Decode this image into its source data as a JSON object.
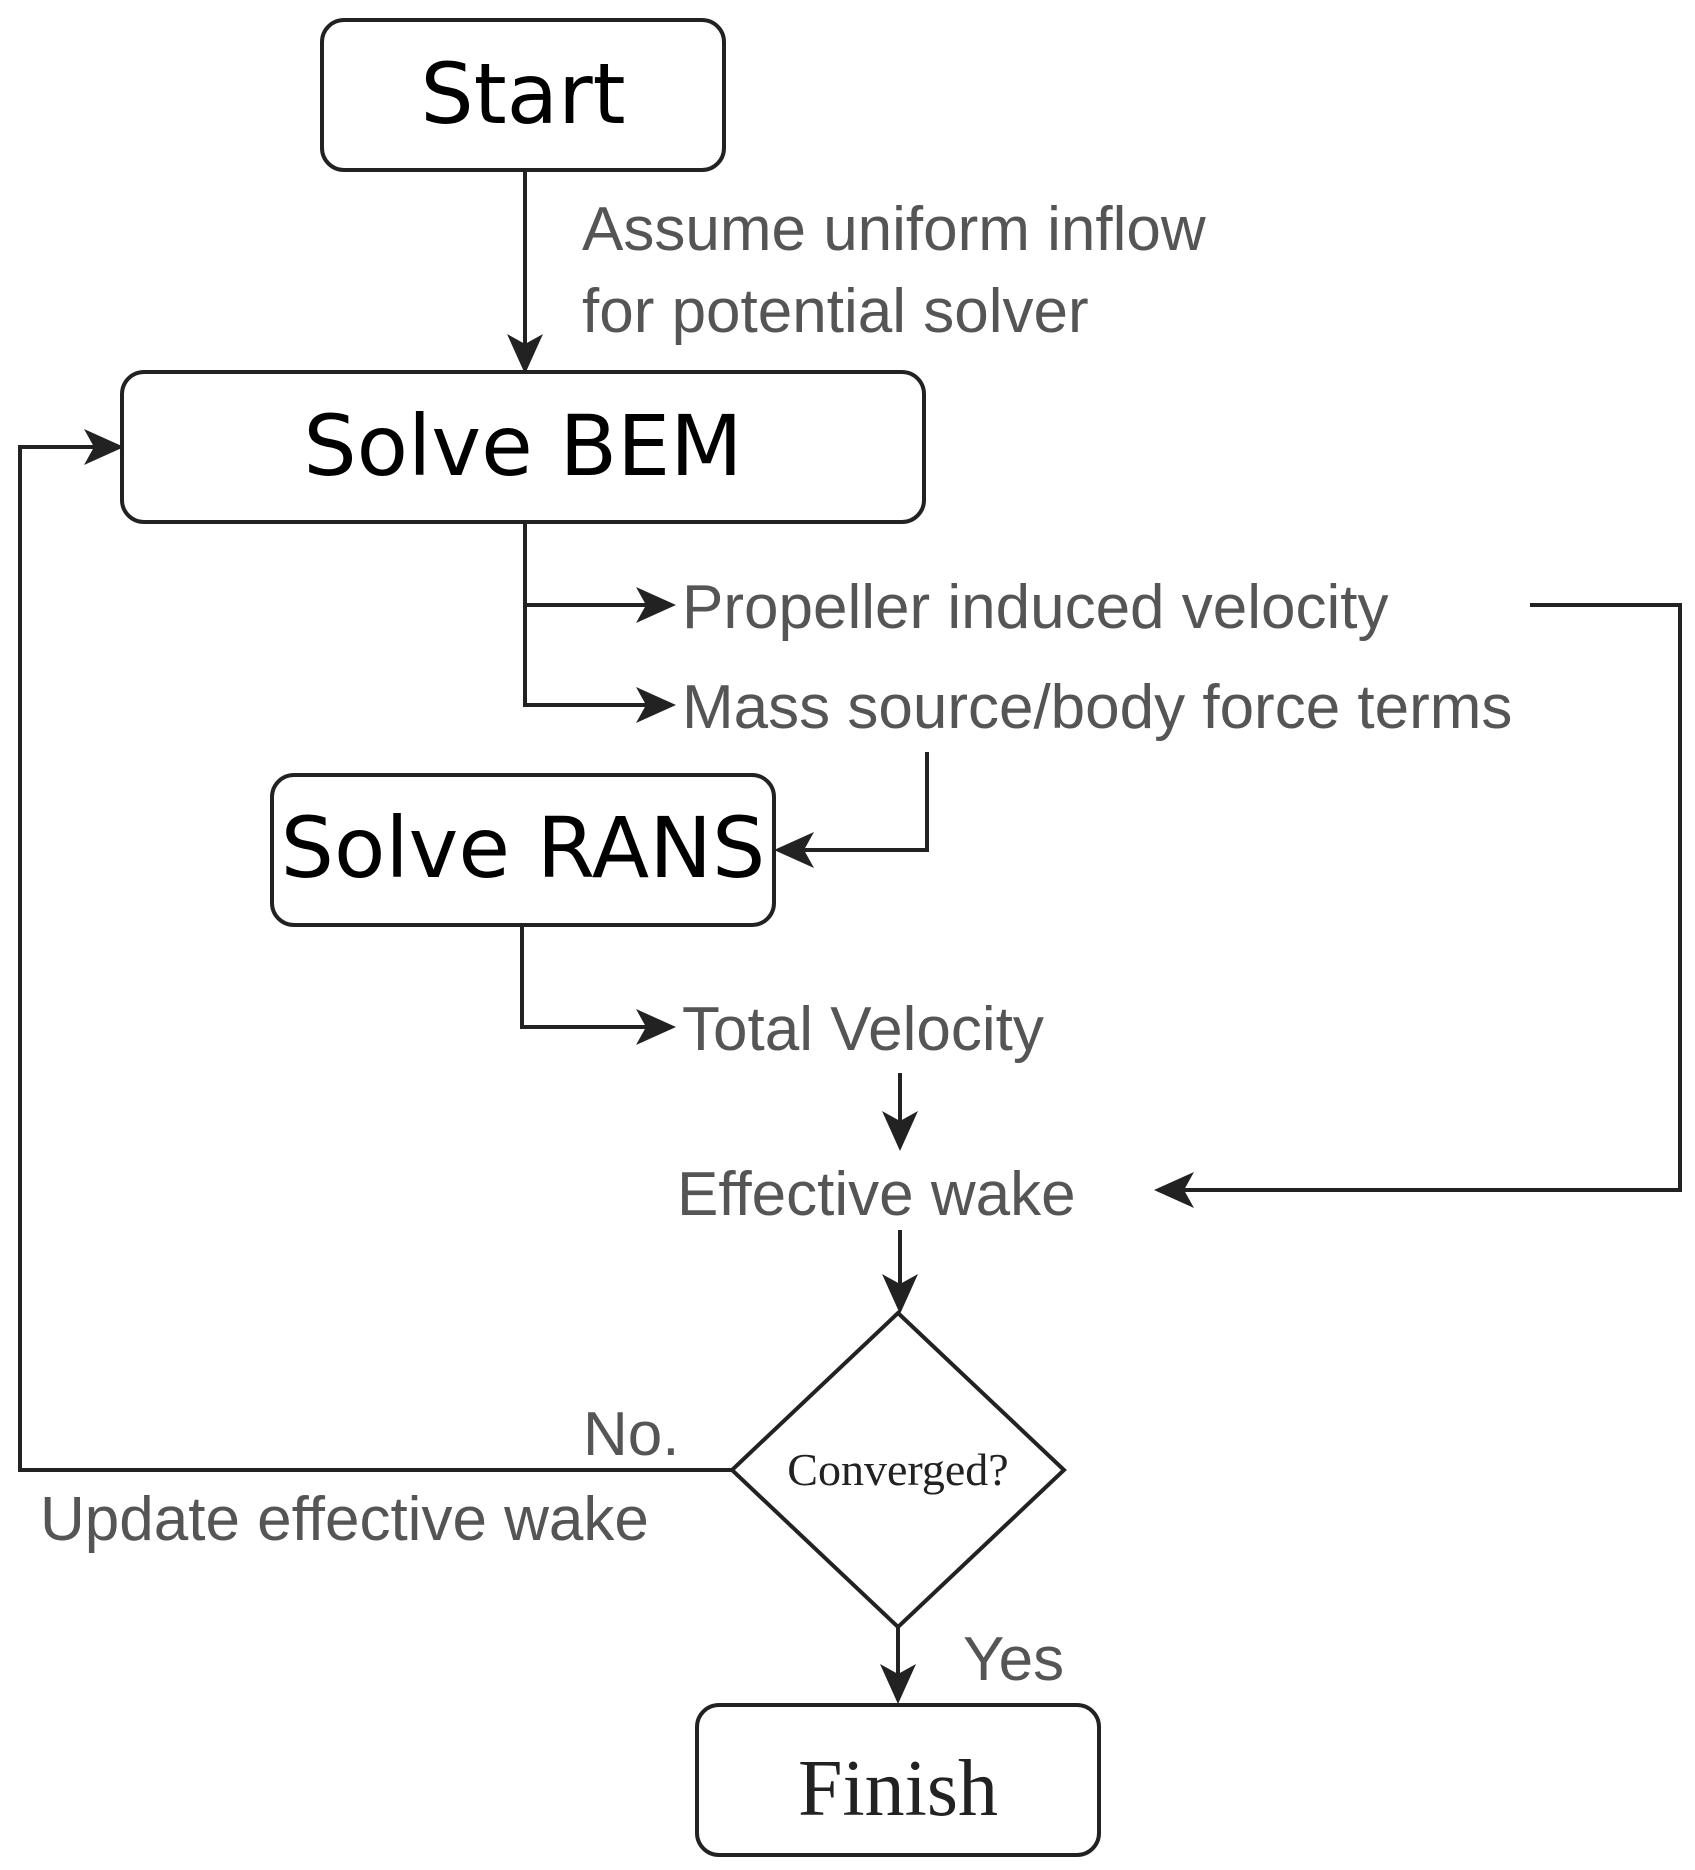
{
  "nodes": {
    "start": "Start",
    "solve_bem": "Solve BEM",
    "solve_rans": "Solve RANS",
    "decision": "Converged?",
    "finish": "Finish"
  },
  "labels": {
    "assume_line1": "Assume uniform inflow",
    "assume_line2": "for potential solver",
    "propeller_velocity": "Propeller induced velocity",
    "mass_source": "Mass source/body force terms",
    "total_velocity": "Total Velocity",
    "effective_wake": "Effective wake",
    "no": "No.",
    "update_wake": "Update effective wake",
    "yes": "Yes"
  },
  "colors": {
    "line": "#222222",
    "text_primary": "#000000",
    "text_secondary": "#555555"
  }
}
